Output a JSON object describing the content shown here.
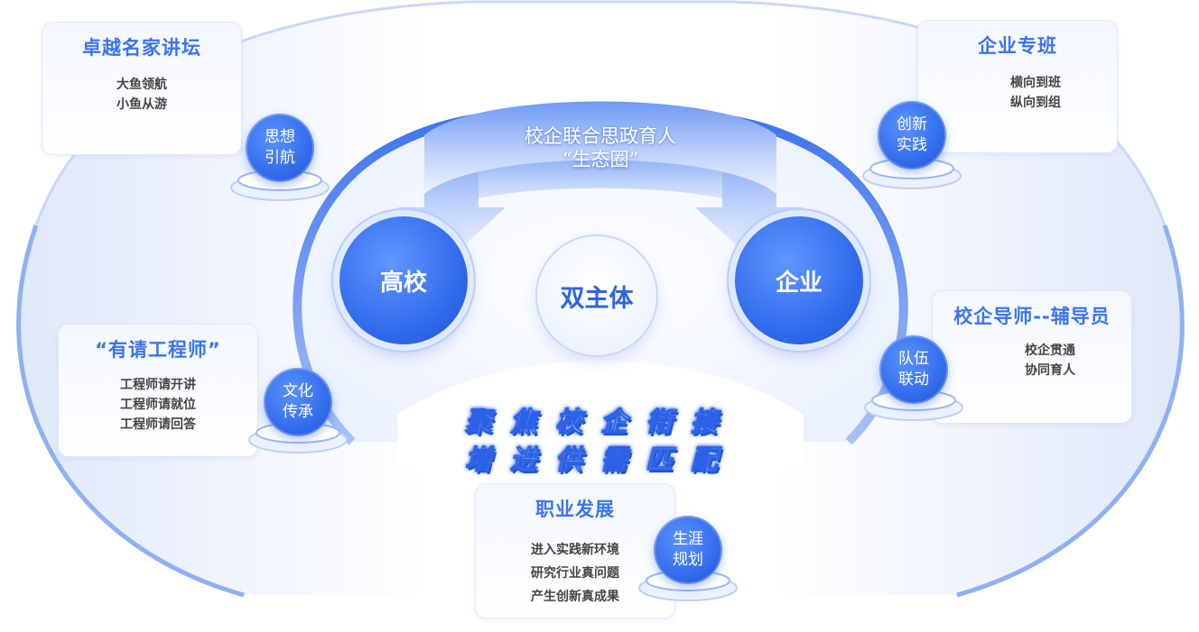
{
  "cards": {
    "top_left": {
      "title": "卓越名家讲坛",
      "lines": [
        "大鱼领航",
        "小鱼从游"
      ],
      "badge": [
        "思想",
        "引航"
      ]
    },
    "mid_left": {
      "title": "“有请工程师”",
      "lines": [
        "工程师请开讲",
        "工程师请就位",
        "工程师请回答"
      ],
      "badge": [
        "文化",
        "传承"
      ]
    },
    "top_right": {
      "title": "企业专班",
      "lines": [
        "横向到班",
        "纵向到组"
      ],
      "badge": [
        "创新",
        "实践"
      ]
    },
    "mid_right": {
      "title": "校企导师--辅导员",
      "lines": [
        "校企贯通",
        "协同育人"
      ],
      "badge": [
        "队伍",
        "联动"
      ]
    },
    "bottom": {
      "title": "职业发展",
      "lines": [
        "进入实践新环境",
        "研究行业真问题",
        "产生创新真成果"
      ],
      "badge": [
        "生涯",
        "规划"
      ]
    }
  },
  "core": {
    "arc_line1": "校企联合思政育人",
    "arc_line2": "“生态圈”",
    "left_circle": "高校",
    "right_circle": "企业",
    "center_circle": "双主体"
  },
  "slogan": {
    "line1": "聚焦校企衔接",
    "line2": "增进供需匹配"
  },
  "colors": {
    "primary": "#2c66e8",
    "title_blue": "#3b73f0",
    "light_blue": "#e6eeff"
  }
}
